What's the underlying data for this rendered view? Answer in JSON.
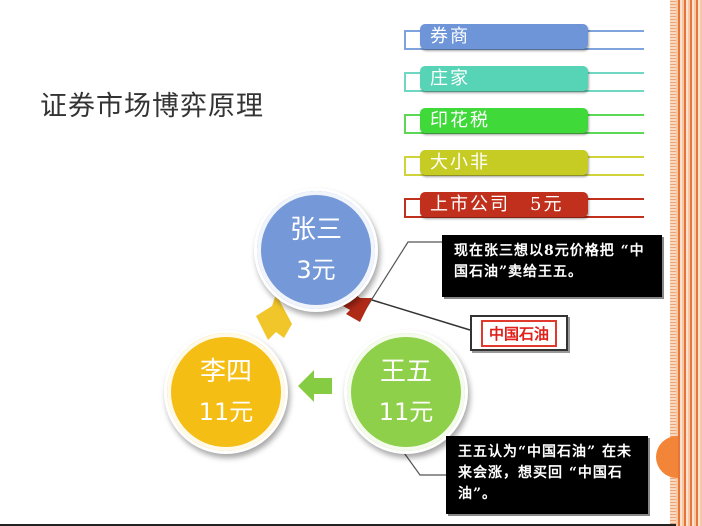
{
  "title": "证券市场博弈原理",
  "legend": [
    {
      "label": "券商",
      "color": "#6f95d9",
      "border": "#7fa3dc"
    },
    {
      "label": "庄家",
      "color": "#57d3b6",
      "border": "#6fd8c2"
    },
    {
      "label": "印花税",
      "color": "#3fd93a",
      "border": "#5ad856"
    },
    {
      "label": "大小非",
      "color": "#c7cc24",
      "border": "#d0d33a"
    },
    {
      "label": "上市公司　5元",
      "color": "#c0301c",
      "border": "#c0301c"
    }
  ],
  "players": {
    "zhangsan": {
      "name": "张三",
      "amount": "3元",
      "color": "#7599d8"
    },
    "wangwu": {
      "name": "王五",
      "amount": "11元",
      "color": "#8fd04a"
    },
    "lisi": {
      "name": "李四",
      "amount": "11元",
      "color": "#f5be14"
    }
  },
  "stock": {
    "label": "中国石油"
  },
  "notes": {
    "top": "现在张三想以8元价格把 “中国石油”卖给王五。",
    "bottom": "王五认为“中国石油” 在未来会涨，想买回 “中国石油”。"
  },
  "arrow_colors": {
    "zs_to_ww": "#b02a18",
    "ww_to_ls": "#86cc43",
    "ls_to_zs": "#f0c62a"
  }
}
